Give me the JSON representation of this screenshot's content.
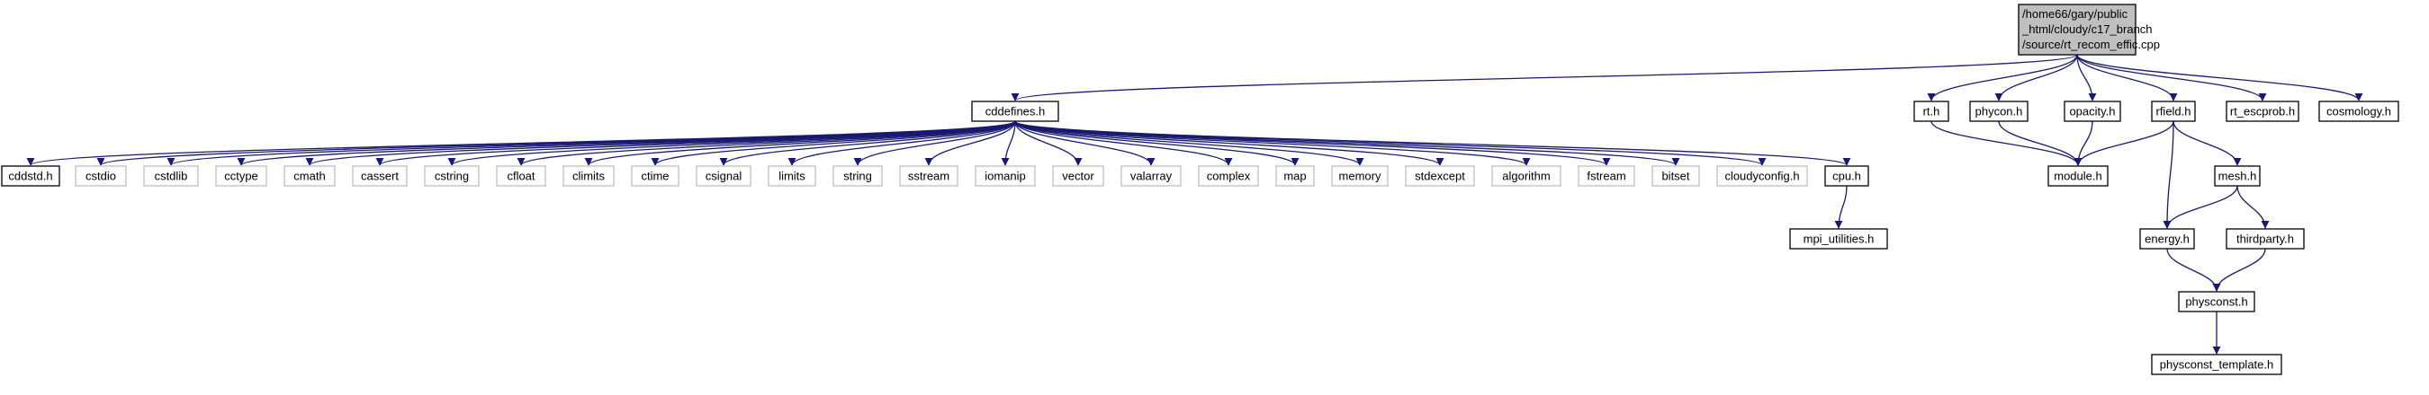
{
  "colors": {
    "edge": "#191970",
    "node_border_main": "#000000",
    "node_border_external": "#bfbfbf",
    "root_fill": "#bfbfbf",
    "node_fill": "#ffffff"
  },
  "root": {
    "lines": [
      "/home66/gary/public",
      "_html/cloudy/c17_branch",
      "/source/rt_recom_effic.cpp"
    ]
  },
  "nodes": {
    "cddefines": "cddefines.h",
    "rt": "rt.h",
    "phycon": "phycon.h",
    "opacity": "opacity.h",
    "rfield": "rfield.h",
    "rt_escprob": "rt_escprob.h",
    "cosmology": "cosmology.h",
    "cddstd": "cddstd.h",
    "cstdio": "cstdio",
    "cstdlib": "cstdlib",
    "cctype": "cctype",
    "cmath": "cmath",
    "cassert": "cassert",
    "cstring": "cstring",
    "cfloat": "cfloat",
    "climits": "climits",
    "ctime": "ctime",
    "csignal": "csignal",
    "limits": "limits",
    "string": "string",
    "sstream": "sstream",
    "iomanip": "iomanip",
    "vector": "vector",
    "valarray": "valarray",
    "complex": "complex",
    "map": "map",
    "memory": "memory",
    "stdexcept": "stdexcept",
    "algorithm": "algorithm",
    "fstream": "fstream",
    "bitset": "bitset",
    "cloudyconfig": "cloudyconfig.h",
    "cpu": "cpu.h",
    "module": "module.h",
    "mesh": "mesh.h",
    "mpi_utilities": "mpi_utilities.h",
    "energy": "energy.h",
    "thirdparty": "thirdparty.h",
    "physconst": "physconst.h",
    "physconst_template": "physconst_template.h"
  }
}
